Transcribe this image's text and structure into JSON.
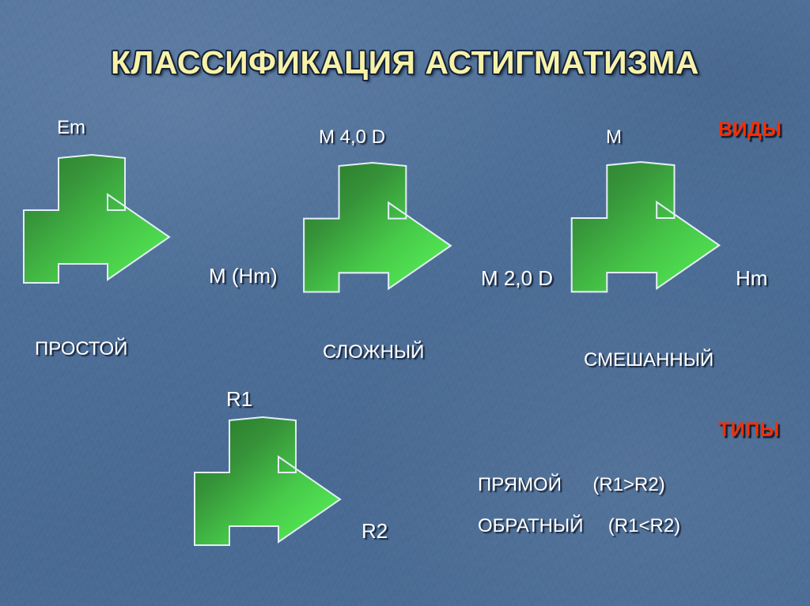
{
  "slide": {
    "title": "КЛАССИФИКАЦИЯ АСТИГМАТИЗМА",
    "background_color": "#4d6f98",
    "title_color": "#f7f2a8",
    "label_color": "#ffffff",
    "accent_color": "#f52f05",
    "arrow_gradient_from": "#2e7d2e",
    "arrow_gradient_to": "#4fe84f",
    "arrow_outline_color": "#d9e8f5"
  },
  "section_headings": {
    "kinds": "ВИДЫ",
    "types": "ТИПЫ"
  },
  "kinds": [
    {
      "name": "simple",
      "vertical_label": "Em",
      "horizontal_label": "M (Hm)",
      "caption": "ПРОСТОЙ"
    },
    {
      "name": "compound",
      "vertical_label": "M 4,0 D",
      "horizontal_label": "M 2,0 D",
      "caption": "СЛОЖНЫЙ"
    },
    {
      "name": "mixed",
      "vertical_label": "M",
      "horizontal_label": "Hm",
      "caption": "СМЕШАННЫЙ"
    }
  ],
  "types": {
    "arrow": {
      "vertical_label": "R1",
      "horizontal_label": "R2"
    },
    "rules": [
      {
        "name": "ПРЯМОЙ",
        "condition": "(R1>R2)"
      },
      {
        "name": "ОБРАТНЫЙ",
        "condition": "(R1<R2)"
      }
    ]
  }
}
